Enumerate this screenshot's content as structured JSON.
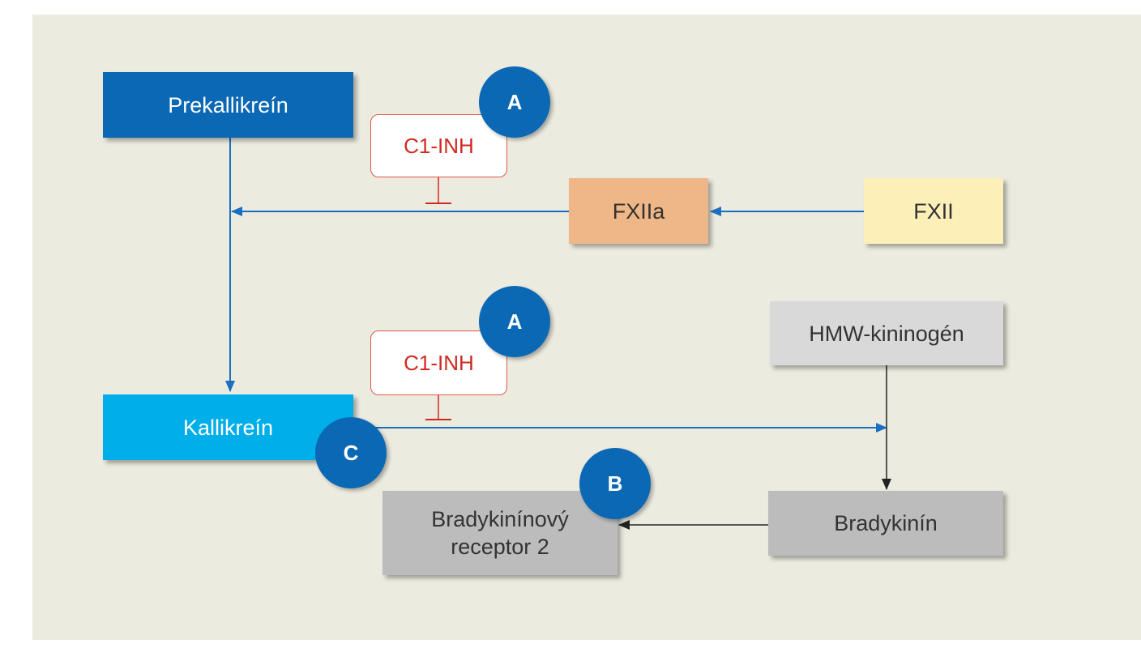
{
  "nodes": {
    "prekallikrein": "Prekallikreín",
    "fxiia": "FXIIa",
    "fxii": "FXII",
    "kallikrein": "Kallikreín",
    "hmw_kininogen": "HMW-kininogén",
    "bradykinin": "Bradykinín",
    "receptor_line1": "Bradykinínový",
    "receptor_line2": "receptor 2"
  },
  "inhibitors": {
    "top": "C1-INH",
    "bottom": "C1-INH"
  },
  "badges": {
    "top": "A",
    "middle": "A",
    "receptor": "B",
    "kallikrein": "C"
  },
  "colors": {
    "panel_background": "#ecebe0",
    "prekallikrein": "#0a68b4",
    "kallikrein": "#00aeea",
    "fxiia": "#efb787",
    "fxii": "#fcefb8",
    "hmw_kininogen": "#d9d9d9",
    "bradykinin": "#bcbcbc",
    "receptor": "#bcbcbc",
    "inhibitor_border": "#e05a4a",
    "inhibitor_text": "#d02a20",
    "badge": "#0a68b4",
    "blue_arrow": "#1a6fc0",
    "black_arrow": "#222222"
  }
}
